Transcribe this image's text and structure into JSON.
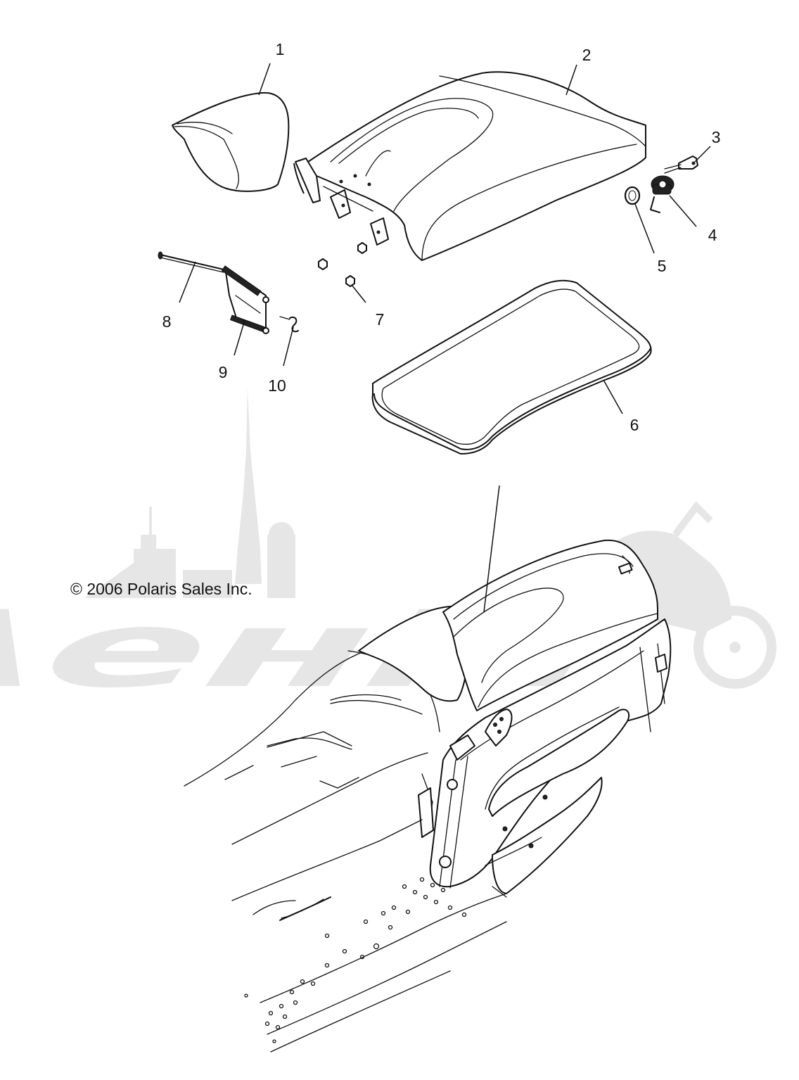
{
  "copyright": "© 2006 Polaris Sales Inc.",
  "callouts": [
    "1",
    "2",
    "3",
    "4",
    "5",
    "6",
    "7",
    "8",
    "9",
    "10"
  ],
  "colors": {
    "line": "#111111",
    "watermark": "#e6e6e6",
    "background": "#ffffff"
  }
}
